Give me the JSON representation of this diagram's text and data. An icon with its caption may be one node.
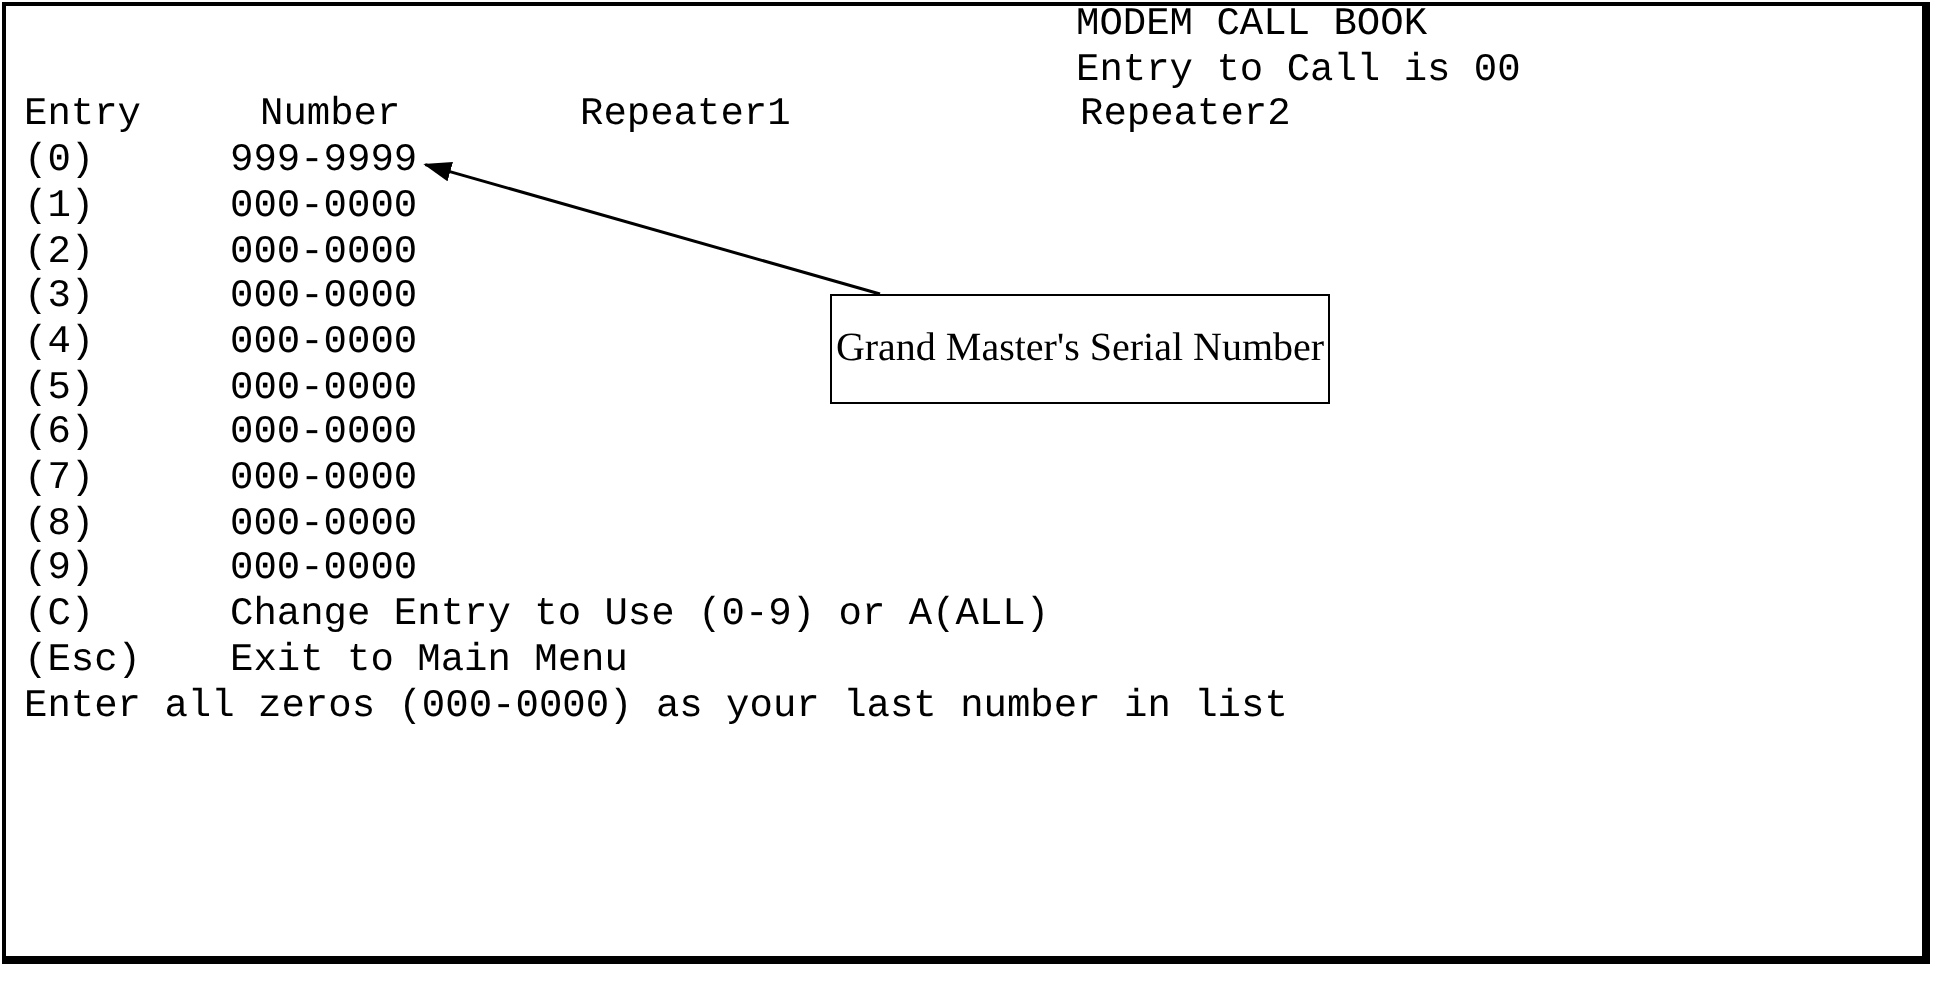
{
  "diagram": {
    "nodes": [
      {
        "text": [
          "Grand Master's Serial Number"
        ]
      },
      {
        "text": [
          "999-9999"
        ]
      }
    ],
    "edges": [
      {
        "from": 0,
        "to": 1,
        "arrow": "to"
      }
    ],
    "labels": [
      "MODEM CALL BOOK",
      "Entry to Call is 00",
      "Entry",
      "Number",
      "Repeater1",
      "Repeater2",
      "(0)",
      "(1)",
      "000-0000",
      "(2)",
      "000-0000",
      "(3)",
      "000-0000",
      "(4)",
      "000-0000",
      "(5)",
      "000-0000",
      "(6)",
      "000-0000",
      "(7)",
      "000-0000",
      "(8)",
      "000-0000",
      "(9)",
      "000-0000",
      "(C)",
      "Change Entry to Use (0-9) or A(ALL)",
      "(Esc)",
      "Exit to Main Menu",
      "Enter all zeros (000-0000) as your last number in list"
    ]
  }
}
